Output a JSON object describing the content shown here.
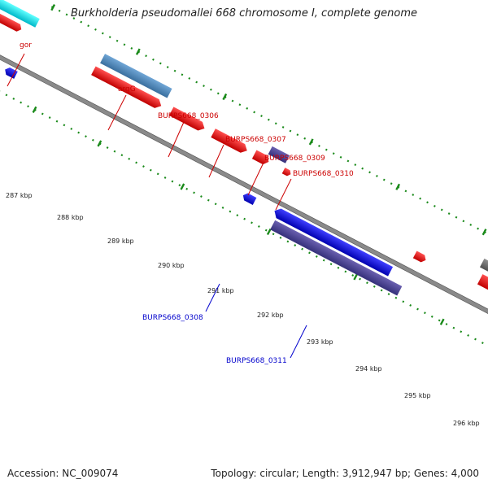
{
  "title": "Burkholderia pseudomallei 668 chromosome I, complete genome",
  "accession": "Accession: NC_009074",
  "summary": "Topology: circular; Length: 3,912,947 bp; Genes: 4,000",
  "colors": {
    "forward_cds": "#ff0000",
    "reverse_cds": "#0000ff",
    "rna_block": "#4a4090",
    "steel_block": "#4f86b5",
    "cyan_block": "#00e5ee",
    "grey_block": "#707070",
    "light_grey_block": "#c8c8c8",
    "tick_green": "#1a8a1a",
    "backbone": "#888888",
    "label_red": "#cc0000",
    "label_blue": "#0000cc"
  },
  "scale_labels": [
    "287 kbp",
    "288 kbp",
    "289 kbp",
    "290 kbp",
    "291 kbp",
    "292 kbp",
    "293 kbp",
    "294 kbp",
    "295 kbp",
    "296 kbp"
  ],
  "gene_labels": [
    {
      "text": "gor",
      "color": "label_red"
    },
    {
      "text": "argG",
      "color": "label_red"
    },
    {
      "text": "BURPS668_0306",
      "color": "label_red"
    },
    {
      "text": "BURPS668_0307",
      "color": "label_red"
    },
    {
      "text": "BURPS668_0309",
      "color": "label_red"
    },
    {
      "text": "BURPS668_0310",
      "color": "label_red"
    },
    {
      "text": "BURPS668_0308",
      "color": "label_blue"
    },
    {
      "text": "BURPS668_0311",
      "color": "label_blue"
    }
  ]
}
